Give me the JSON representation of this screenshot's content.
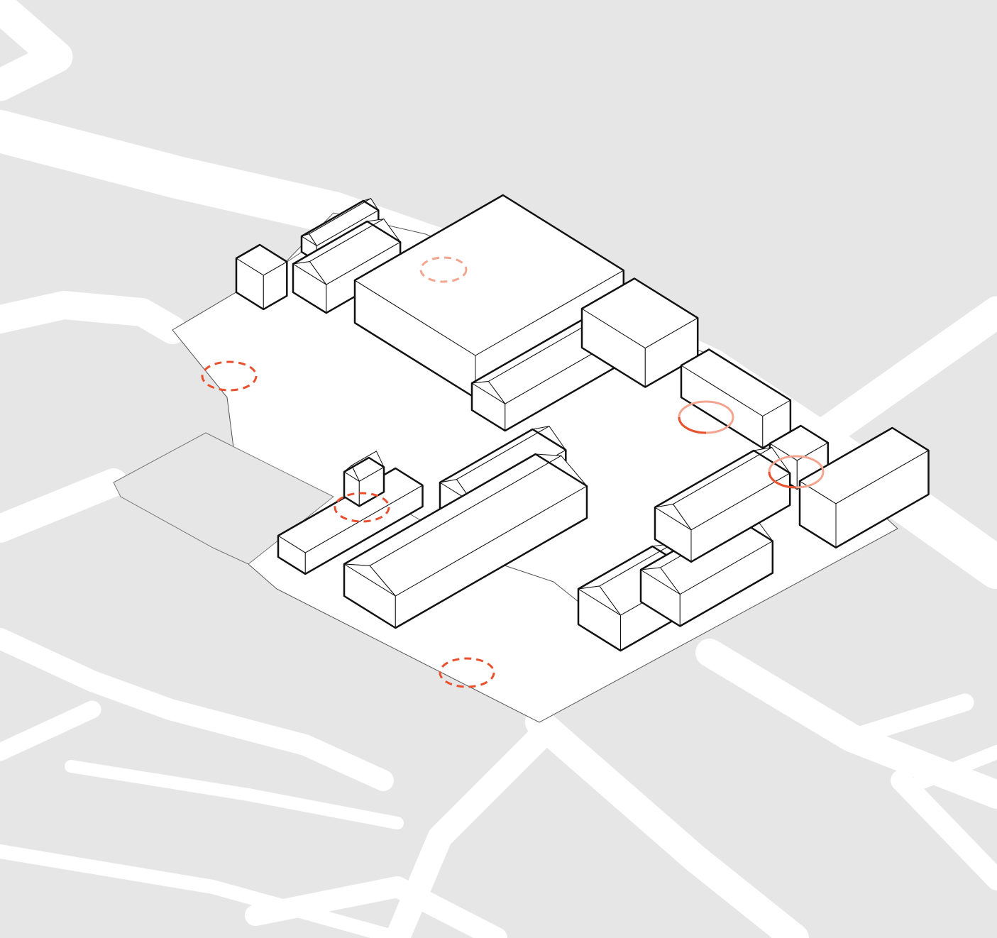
{
  "colors": {
    "block": "#e6e6e6",
    "road": "#ffffff",
    "site": "#ffffff",
    "building_stroke": "#111111",
    "building_fill": "#ffffff",
    "parking": "#e6e6e6",
    "marker_strong": "#e8502e",
    "marker_light": "#f2a58f"
  },
  "markers": [
    {
      "style": "dashed",
      "tone": "strong"
    },
    {
      "style": "dashed",
      "tone": "light"
    },
    {
      "style": "dashed",
      "tone": "strong"
    },
    {
      "style": "dashed",
      "tone": "strong"
    },
    {
      "style": "solid",
      "tone": "strong"
    },
    {
      "style": "solid",
      "tone": "strong"
    }
  ]
}
